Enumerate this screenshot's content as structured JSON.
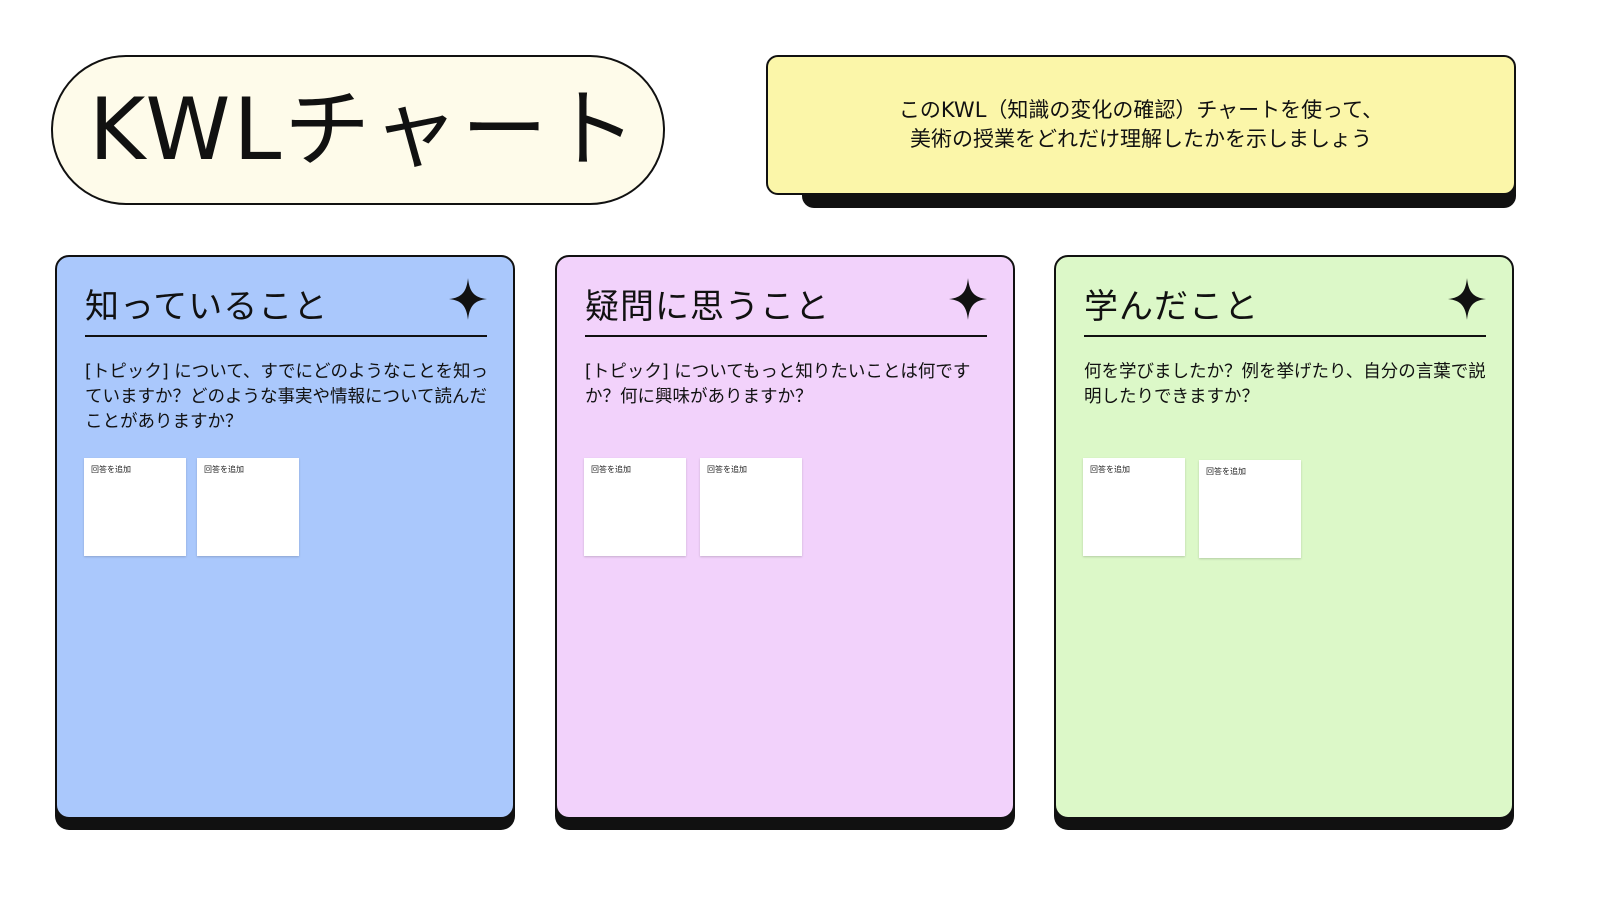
{
  "title": "KWLチャート",
  "instructions": {
    "line1": "このKWL（知識の変化の確認）チャートを使って、",
    "line2": "美術の授業をどれだけ理解したかを示しましょう"
  },
  "colors": {
    "title_bg": "#fefbea",
    "instructions_bg": "#fbf6a9",
    "know_bg": "#aac8fc",
    "want_bg": "#f2d2fb",
    "learned_bg": "#dcf8c8",
    "outline": "#111111"
  },
  "columns": [
    {
      "title": "知っていること",
      "description": "[トピック] について、すでにどのようなことを知っていますか？どのような事実や情報について読んだことがありますか？",
      "icon": "sparkle-icon",
      "notes": [
        "回答を追加",
        "回答を追加"
      ]
    },
    {
      "title": "疑問に思うこと",
      "description": "[トピック] についてもっと知りたいことは何ですか？何に興味がありますか？",
      "icon": "sparkle-icon",
      "notes": [
        "回答を追加",
        "回答を追加"
      ]
    },
    {
      "title": "学んだこと",
      "description": "何を学びましたか？例を挙げたり、自分の言葉で説明したりできますか？",
      "icon": "sparkle-icon",
      "notes": [
        "回答を追加",
        "回答を追加"
      ]
    }
  ]
}
